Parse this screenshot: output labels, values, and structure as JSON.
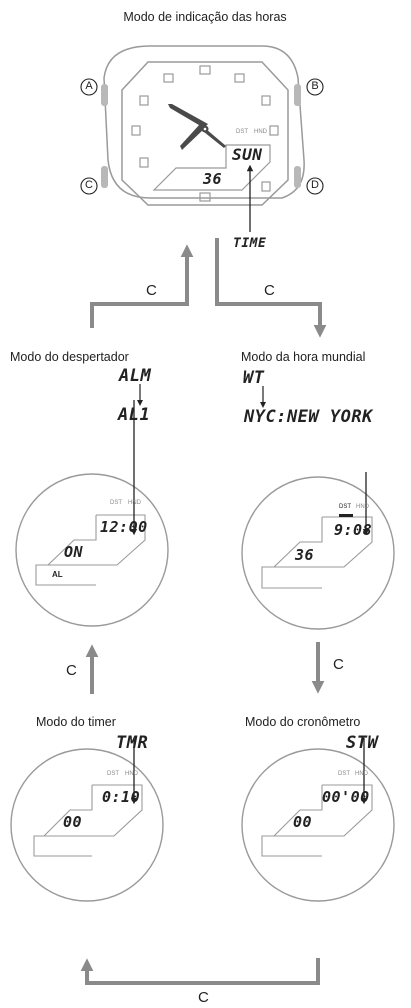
{
  "title": "Modo de indicação das horas",
  "main_watch": {
    "buttons": {
      "a": "A",
      "b": "B",
      "c": "C",
      "d": "D"
    },
    "display_top": "SUN",
    "display_bottom": "36",
    "indicators": {
      "dst": "DST",
      "hnd": "HND"
    },
    "callout": "TIME"
  },
  "transitions": {
    "to_alarm": "C",
    "to_world": "C",
    "alarm_from_timer": "C",
    "world_to_stopwatch": "C",
    "bottom_loop": "C"
  },
  "modes": {
    "alarm": {
      "label": "Modo do despertador",
      "code1": "ALM",
      "code2": "AL1",
      "display_top": "12:00",
      "display_bottom": "ON",
      "sub": "AL",
      "dst": "DST",
      "hnd": "HND"
    },
    "world": {
      "label": "Modo da hora mundial",
      "code1": "WT",
      "code2": "NYC:NEW YORK",
      "display_top": "9:08",
      "display_bottom": "36",
      "dst": "DST",
      "hnd": "HND"
    },
    "timer": {
      "label": "Modo do timer",
      "code1": "TMR",
      "display_top": "0:10",
      "display_bottom": "00",
      "dst": "DST",
      "hnd": "HND"
    },
    "stopwatch": {
      "label": "Modo do cronômetro",
      "code1": "STW",
      "display_top": "00'00",
      "display_bottom": "00",
      "dst": "DST",
      "hnd": "HND"
    }
  }
}
